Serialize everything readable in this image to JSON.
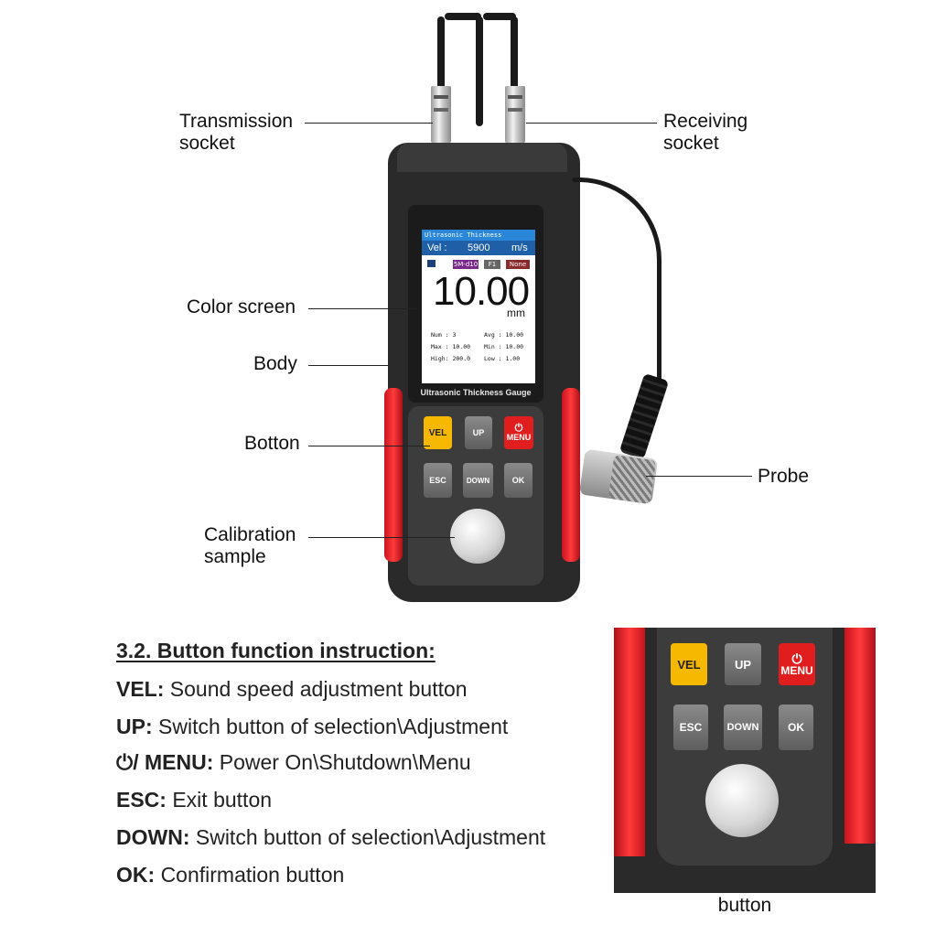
{
  "callouts": {
    "transmission": [
      "Transmission",
      "socket"
    ],
    "receiving": [
      "Receiving",
      "socket"
    ],
    "color_screen": "Color screen",
    "body": "Body",
    "botton": "Botton",
    "probe": "Probe",
    "calibration": [
      "Calibration",
      "sample"
    ]
  },
  "screen": {
    "title": "Ultrasonic Thickness",
    "vel_label": "Vel :",
    "vel_value": "5900",
    "vel_unit": "m/s",
    "tags": [
      "5M-d10",
      "F1",
      "None"
    ],
    "reading": "10.00",
    "unit": "mm",
    "stats": {
      "num": "Num : 3",
      "avg": "Avg : 10.00",
      "max": "Max : 10.00",
      "min": "Min : 10.00",
      "high": "High: 200.0",
      "low": "Low : 1.00"
    },
    "model": "Ultrasonic Thickness Gauge"
  },
  "keys": {
    "vel": "VEL",
    "up": "UP",
    "menu": "MENU",
    "esc": "ESC",
    "down": "DOWN",
    "ok": "OK"
  },
  "instructions": {
    "heading": "3.2. Button function instruction:",
    "items": [
      {
        "key": "VEL:",
        "desc": "Sound speed adjustment button"
      },
      {
        "key": "UP:",
        "desc": "Switch button of selection\\Adjustment"
      },
      {
        "key": "/ MENU:",
        "desc": "Power On\\Shutdown\\Menu"
      },
      {
        "key": "ESC:",
        "desc": "Exit button"
      },
      {
        "key": "DOWN:",
        "desc": "Switch button of selection\\Adjustment"
      },
      {
        "key": "OK:",
        "desc": "Confirmation button"
      }
    ]
  },
  "zoom_caption": "button",
  "colors": {
    "accent_red": "#e01e1e",
    "accent_yellow": "#f6b800",
    "screen_blue": "#1e5fa8"
  }
}
